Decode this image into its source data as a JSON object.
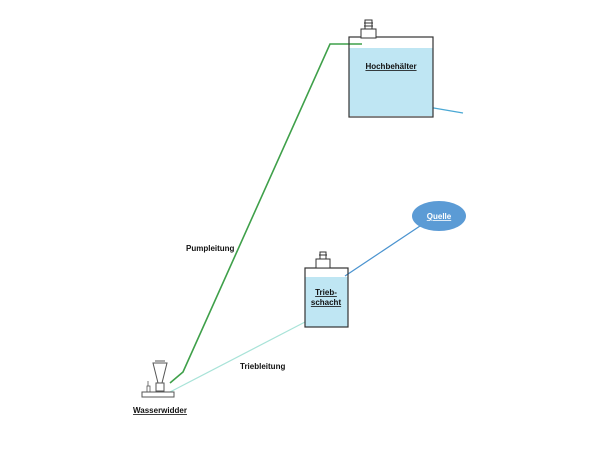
{
  "labels": {
    "hochbehaelter": "Hochbehälter",
    "quelle": "Quelle",
    "triebschacht_line1": "Trieb-",
    "triebschacht_line2": "schacht",
    "pumpleitung": "Pumpleitung",
    "triebleitung": "Triebleitung",
    "wasserwidder": "Wasserwidder"
  },
  "colors": {
    "water": "#bfe6f3",
    "tank_outline": "#333333",
    "pump_pipe": "#3fa04a",
    "drive_pipe": "#a8e3d8",
    "spring_pipe": "#4a93cf",
    "outlet_pipe": "#4aa8d4",
    "quelle_fill": "#5b9bd5",
    "quelle_text": "#ffffff"
  }
}
